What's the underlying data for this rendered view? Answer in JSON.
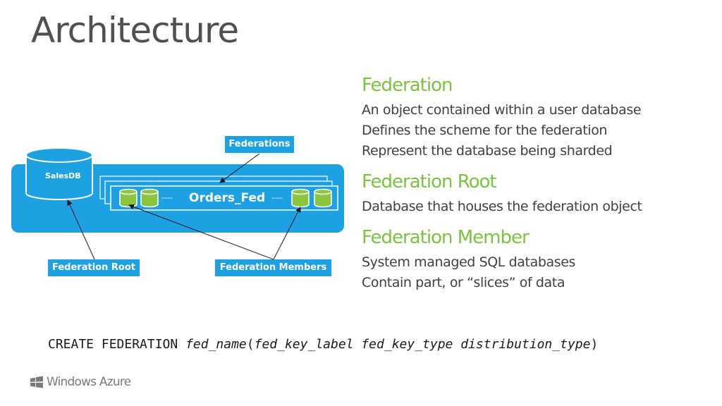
{
  "slide": {
    "title": "Architecture"
  },
  "diagram": {
    "salesdb_label": "SalesDB",
    "federations_label": "Federations",
    "orders_label": "Orders_Fed",
    "dashes_left": "----",
    "dashes_right": "----",
    "federation_root_label": "Federation Root",
    "federation_members_label": "Federation Members"
  },
  "sections": [
    {
      "heading": "Federation",
      "lines": [
        "An object contained within a user database",
        "Defines the scheme for the federation",
        "Represent the database being sharded"
      ]
    },
    {
      "heading": "Federation Root",
      "lines": [
        "Database that houses the federation object"
      ]
    },
    {
      "heading": "Federation Member",
      "lines": [
        "System managed SQL databases",
        "Contain part, or “slices” of data"
      ]
    }
  ],
  "code": {
    "prefix": "CREATE FEDERATION ",
    "name": "fed_name",
    "open": "(",
    "args": "fed_key_label fed_key_type distribution_type",
    "close": ")"
  },
  "logo": {
    "text": "Windows Azure",
    "icon": "windows-flag-icon"
  },
  "colors": {
    "accent_blue": "#1ea1e3",
    "accent_green": "#7cc242",
    "db_green": "#8cc63f"
  }
}
